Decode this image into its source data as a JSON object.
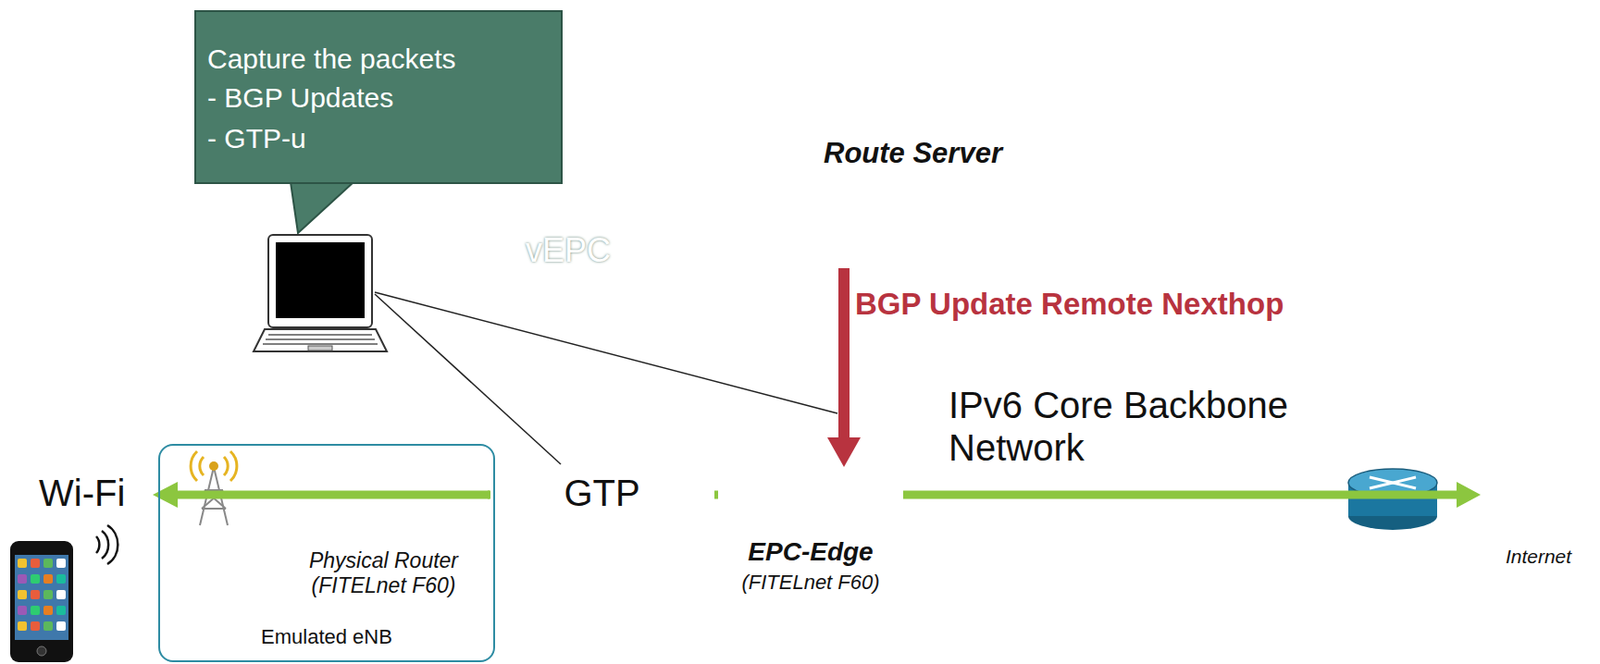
{
  "diagram": {
    "nodes": [
      {
        "text": [
          "Capture the packets",
          "- BGP Updates",
          "- GTP-u"
        ]
      },
      {
        "text": [
          "vEPC"
        ]
      },
      {
        "text": [
          "Route Server"
        ],
        "in": 1
      },
      {
        "text": [
          "IPv6 Core Backbone Network"
        ]
      },
      {
        "text": [
          "Emulated eNB"
        ]
      },
      {
        "text": [
          "Physical Router (FITELnet F60)"
        ],
        "in": 4
      },
      {
        "text": [
          "GTP"
        ]
      },
      {
        "text": [
          "EPC-Edge",
          "(FITELnet F60)"
        ]
      },
      {
        "text": [
          "Internet"
        ]
      }
    ],
    "edges": [
      {
        "from": 2,
        "to": 7,
        "arrow": "to",
        "label": "BGP Update Remote Nexthop"
      },
      {
        "from": 5,
        "to": 6,
        "arrow": "none"
      },
      {
        "from": 6,
        "to": 7,
        "arrow": "none"
      },
      {
        "from": 7,
        "to": 8,
        "arrow": "to"
      }
    ],
    "labels": [
      "Wi-Fi"
    ]
  }
}
